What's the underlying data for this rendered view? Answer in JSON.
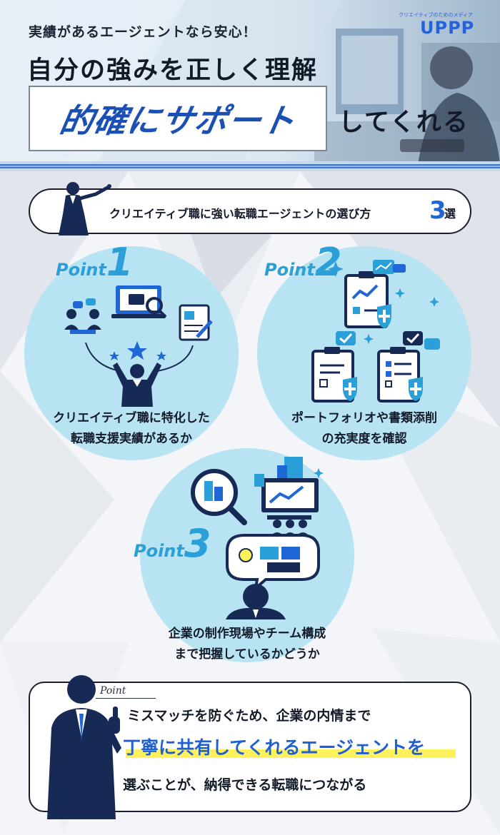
{
  "header": {
    "lead": "実績があるエージェントなら安心！",
    "title": "自分の強みを正しく理解",
    "highlight": "的確にサポート",
    "title_tail": "してくれる",
    "logo_tagline": "クリエイティブのためのメディア",
    "logo_text": "UPPP"
  },
  "section_heading": {
    "text": "クリエイティブ職に強い転職エージェントの選び方",
    "number": "3",
    "suffix": "選"
  },
  "points": [
    {
      "word": "Point",
      "number": "1",
      "line1": "クリエイティブ職に特化した",
      "line2": "転職支援実績があるか"
    },
    {
      "word": "Point",
      "number": "2",
      "line1": "ポートフォリオや書類添削",
      "line2": "の充実度を確認"
    },
    {
      "word": "Point",
      "number": "3",
      "line1": "企業の制作現場やチーム構成",
      "line2": "まで把握しているかどうか"
    }
  ],
  "bottom": {
    "script_label": "Point",
    "line1": "ミスマッチを防ぐため、企業の内情まで",
    "line2": "丁寧に共有してくれるエージェントを",
    "line3": "選ぶことが、納得できる転職につながる"
  },
  "colors": {
    "accent_blue": "#1f66d6",
    "point_blue": "#2a9fd8",
    "circle_fill": "#b7e3f3",
    "navy": "#172a55",
    "marker_yellow": "#fff15c"
  }
}
